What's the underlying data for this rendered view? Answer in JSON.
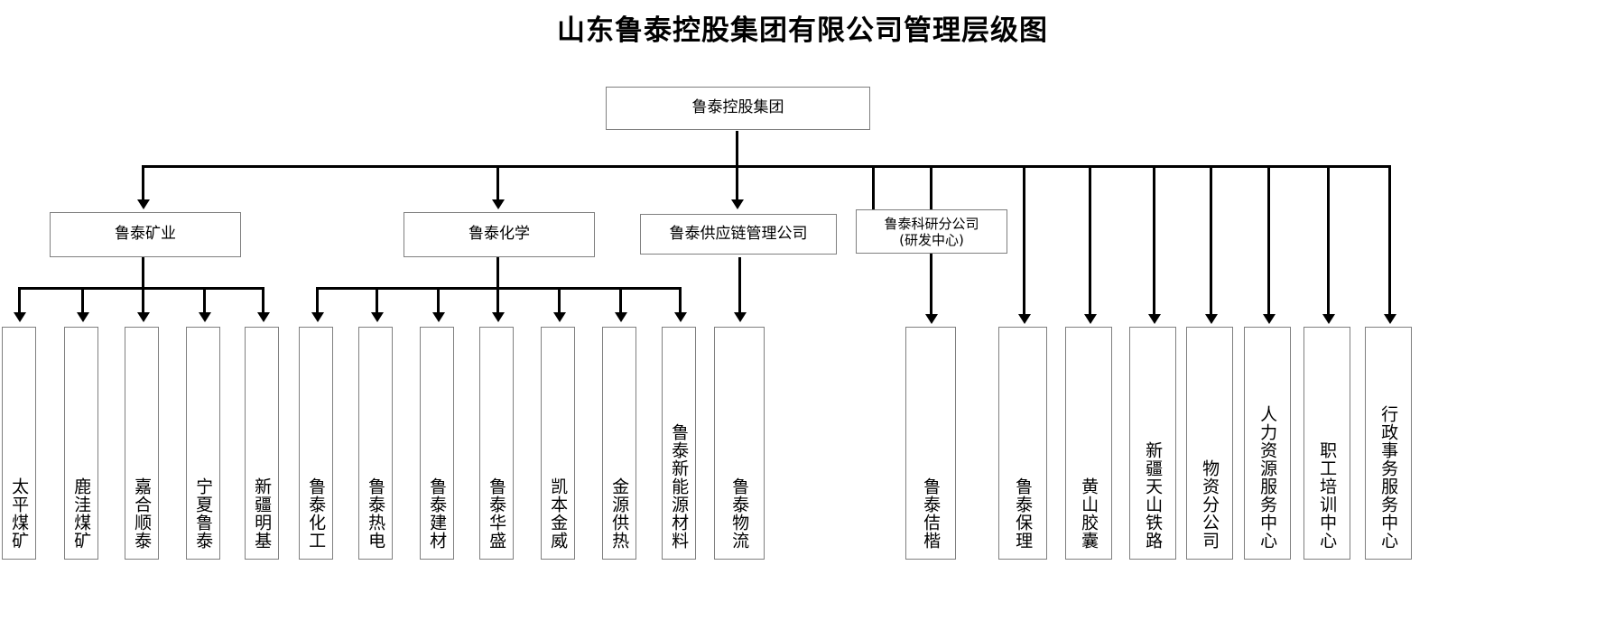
{
  "title": "山东鲁泰控股集团有限公司管理层级图",
  "root": {
    "label": "鲁泰控股集团"
  },
  "level2": [
    {
      "label": "鲁泰矿业"
    },
    {
      "label": "鲁泰化学"
    },
    {
      "label": "鲁泰供应链管理公司"
    },
    {
      "label": "鲁泰科研分公司",
      "label2": "(研发中心)"
    }
  ],
  "mining_children": [
    {
      "label": "太平煤矿"
    },
    {
      "label": "鹿洼煤矿"
    },
    {
      "label": "嘉合顺泰"
    },
    {
      "label": "宁夏鲁泰"
    },
    {
      "label": "新疆明基"
    }
  ],
  "chemistry_children": [
    {
      "label": "鲁泰化工"
    },
    {
      "label": "鲁泰热电"
    },
    {
      "label": "鲁泰建材"
    },
    {
      "label": "鲁泰华盛"
    },
    {
      "label": "凯本金威"
    },
    {
      "label": "金源供热"
    },
    {
      "label": "鲁泰新能源材料"
    }
  ],
  "supplychain_children": [
    {
      "label": "鲁泰物流"
    }
  ],
  "group_direct_children": [
    {
      "label": "鲁泰佶楷"
    },
    {
      "label": "鲁泰保理"
    },
    {
      "label": "黄山胶囊"
    },
    {
      "label": "新疆天山铁路"
    },
    {
      "label": "物资分公司"
    },
    {
      "label": "人力资源服务中心"
    },
    {
      "label": "职工培训中心"
    },
    {
      "label": "行政事务服务中心"
    }
  ],
  "colors": {
    "box_border": "#7f7f7f",
    "connector": "#000000",
    "background": "#ffffff",
    "text": "#000000"
  }
}
